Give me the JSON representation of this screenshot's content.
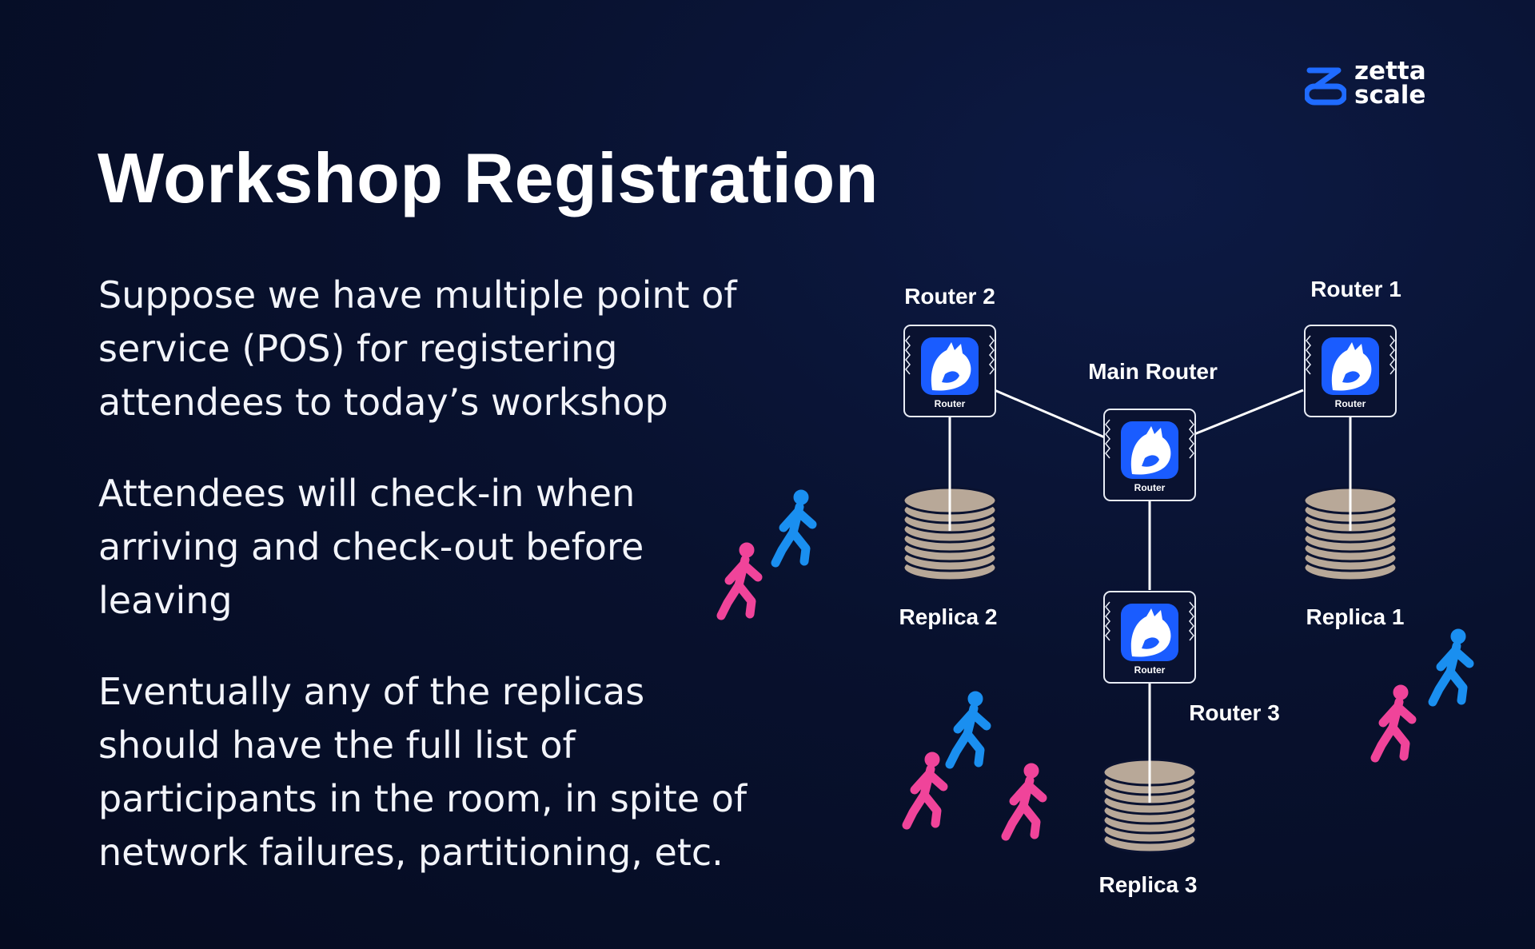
{
  "brand": {
    "line1": "zetta",
    "line2": "scale",
    "accent": "#1f6bff"
  },
  "title": "Workshop Registration",
  "paragraphs": [
    "Suppose we have multiple point of service (POS) for registering attendees to today’s workshop",
    "Attendees will check-in when arriving and check-out before leaving",
    "Eventually any of the replicas should have the full list of participants in the room, in spite of network failures, partitioning, etc."
  ],
  "diagram": {
    "routers": {
      "main": {
        "label": "Main Router",
        "badge": "Router"
      },
      "r1": {
        "label": "Router 1",
        "badge": "Router"
      },
      "r2": {
        "label": "Router 2",
        "badge": "Router"
      },
      "r3": {
        "label": "Router 3",
        "badge": "Router"
      }
    },
    "replicas": {
      "rep1": "Replica 1",
      "rep2": "Replica 2",
      "rep3": "Replica 3"
    },
    "colors": {
      "walker_blue": "#1a8ff0",
      "walker_pink": "#f0449a",
      "database": "#b8a898",
      "link": "#ffffff"
    }
  }
}
